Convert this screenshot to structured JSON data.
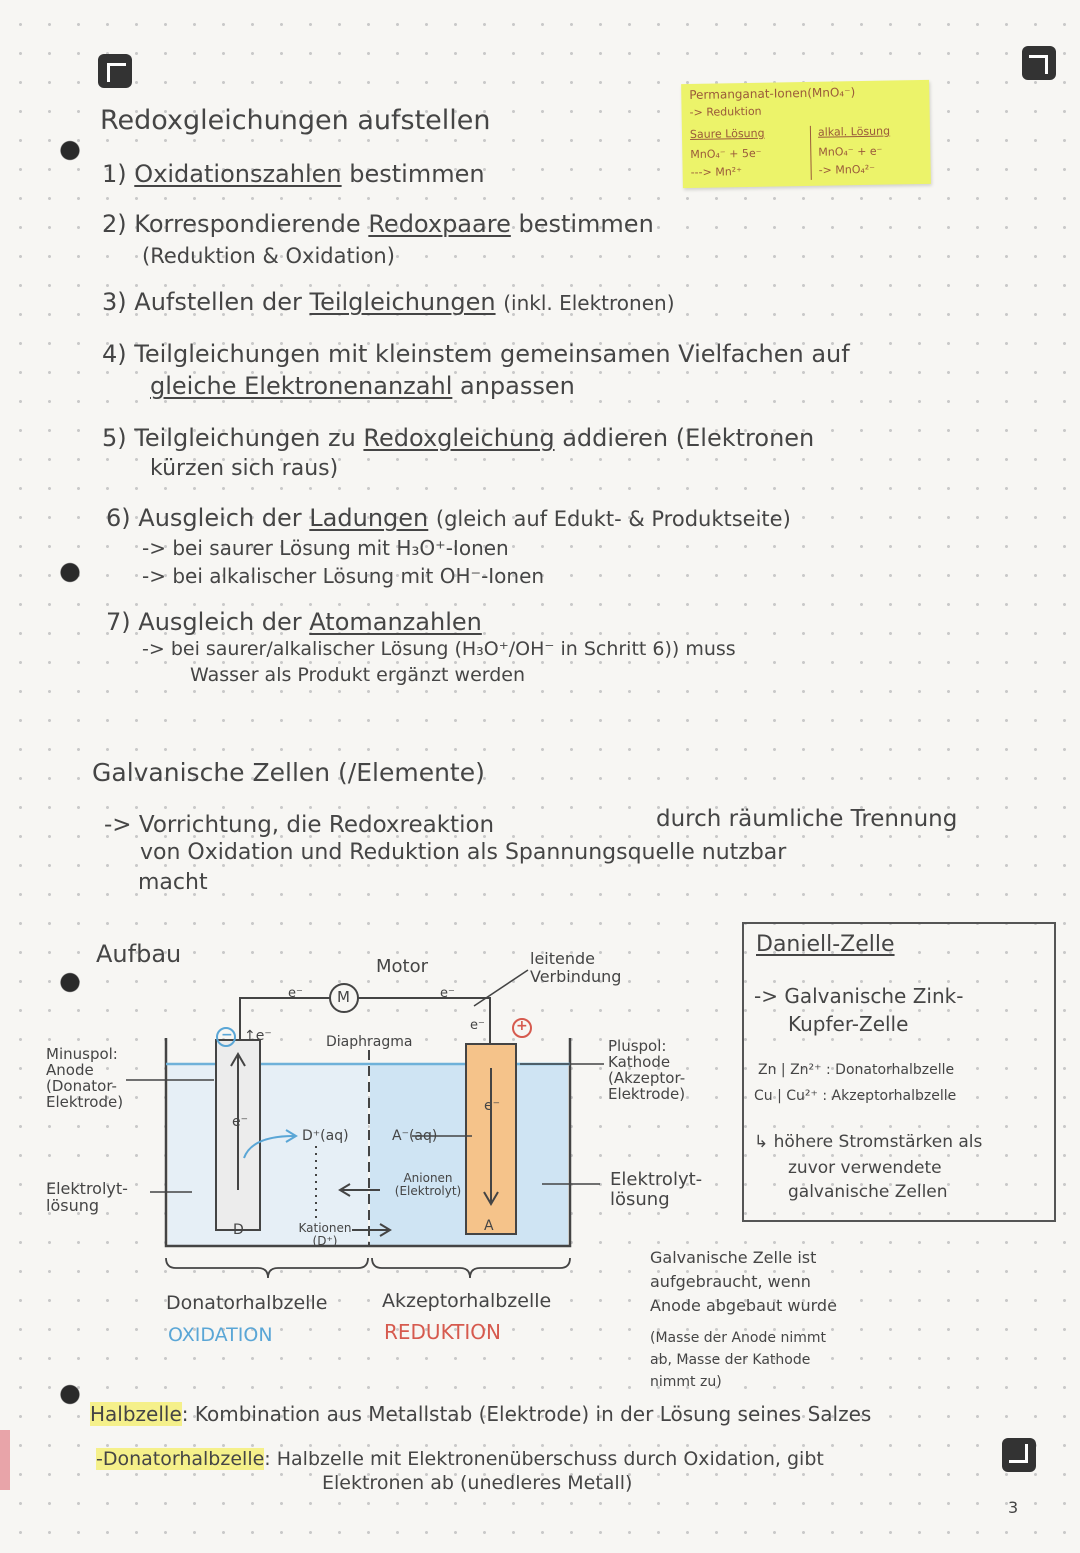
{
  "sticky_note": {
    "title": "Permanganat-Ionen(MnO₄⁻)",
    "subtitle": "-> Reduktion",
    "col1_head": "Saure Lösung",
    "col2_head": "alkal. Lösung",
    "col1_l1": "MnO₄⁻ + 5e⁻",
    "col1_l2": "---> Mn²⁺",
    "col2_l1": "MnO₄⁻ + e⁻",
    "col2_l2": "-> MnO₄²⁻"
  },
  "redox": {
    "title": "Redoxgleichungen aufstellen",
    "step1_num": "1)",
    "step1_u": "Oxidationszahlen",
    "step1_rest": "bestimmen",
    "step2_num": "2)",
    "step2_a": "Korrespondierende",
    "step2_u": "Redoxpaare",
    "step2_b": "bestimmen",
    "step2_l2": "(Reduktion & Oxidation)",
    "step3_num": "3)",
    "step3_a": "Aufstellen der",
    "step3_u": "Teilgleichungen",
    "step3_b": "(inkl. Elektronen)",
    "step4_num": "4)",
    "step4_a": "Teilgleichungen mit kleinstem gemeinsamen Vielfachen auf",
    "step4_u": "gleiche Elektronenanzahl",
    "step4_b": "anpassen",
    "step5_num": "5)",
    "step5_a": "Teilgleichungen zu",
    "step5_u": "Redoxgleichung",
    "step5_b": "addieren (Elektronen",
    "step5_l2": "kürzen sich raus)",
    "step6_num": "6)",
    "step6_a": "Ausgleich der",
    "step6_u": "Ladungen",
    "step6_b": "(gleich auf Edukt- & Produktseite)",
    "step6_l2": "-> bei saurer Lösung mit H₃O⁺-Ionen",
    "step6_l3": "-> bei alkalischer Lösung mit OH⁻-Ionen",
    "step7_num": "7)",
    "step7_a": "Ausgleich der",
    "step7_u": "Atomanzahlen",
    "step7_l2": "-> bei saurer/alkalischer Lösung (H₃O⁺/OH⁻ in Schritt 6)) muss",
    "step7_l3": "Wasser als Produkt ergänzt werden"
  },
  "galvanic": {
    "title": "Galvanische Zellen (/Elemente)",
    "def_l1a": "-> Vorrichtung, die Redoxreaktion",
    "def_l1b": "durch räumliche Trennung",
    "def_l2": "von Oxidation und Reduktion als Spannungsquelle nutzbar",
    "def_l3": "macht"
  },
  "diagram": {
    "heading": "Aufbau",
    "motor": "Motor",
    "motor_symbol": "M",
    "connection": "leitende Verbindung",
    "diaphragm": "Diaphragma",
    "minus_pole": "Minuspol: Anode (Donator-Elektrode)",
    "plus_pole": "Pluspol: Kathode (Akzeptor-Elektrode)",
    "electrolyte_left": "Elektrolyt-lösung",
    "electrolyte_right": "Elektrolyt-lösung",
    "minus_sign": "−",
    "plus_sign": "+",
    "e_top_left": "↑e⁻",
    "e_wire_left": "e⁻",
    "e_wire_right": "e⁻",
    "e_corner": "e⁻",
    "e_rod_left": "e⁻",
    "e_rod_right": "e⁻",
    "d_ion": "D⁺(aq)",
    "a_ion": "A⁻(aq)",
    "anions": "Anionen (Elektrolyt)",
    "cations": "Kationen (D⁺)",
    "rod_left": "D",
    "rod_right": "A",
    "donor_half": "Donatorhalbzelle",
    "acceptor_half": "Akzeptorhalbzelle",
    "oxidation": "OXIDATION",
    "reduction": "REDUKTION"
  },
  "daniell": {
    "title": "Daniell-Zelle",
    "l1": "-> Galvanische Zink-",
    "l2": "Kupfer-Zelle",
    "zn": "Zn | Zn²⁺ : Donatorhalbzelle",
    "cu": "Cu | Cu²⁺ : Akzeptorhalbzelle",
    "note_l1": "↳ höhere Stromstärken als",
    "note_l2": "zuvor verwendete",
    "note_l3": "galvanische Zellen"
  },
  "used_up": {
    "l1": "Galvanische Zelle ist",
    "l2": "aufgebraucht, wenn",
    "l3": "Anode abgebaut wurde",
    "l4": "(Masse der Anode nimmt",
    "l5": "ab, Masse der Kathode",
    "l6": "nimmt zu)"
  },
  "halbzelle": {
    "term": "Halbzelle",
    "def": ": Kombination aus Metallstab (Elektrode) in der Lösung seines Salzes"
  },
  "donator": {
    "term": "-Donatorhalbzelle",
    "def_l1": ": Halbzelle mit Elektronenüberschuss durch Oxidation, gibt",
    "def_l2": "Elektronen ab (unedleres Metall)"
  },
  "page_number": "3",
  "colors": {
    "sticky": "#ecf36a",
    "highlight": "#f5f08a",
    "oxidation": "#5aa6d6",
    "reduction": "#d65a4e",
    "water": "#cfe4f3",
    "rod_right": "#f5c38a"
  }
}
